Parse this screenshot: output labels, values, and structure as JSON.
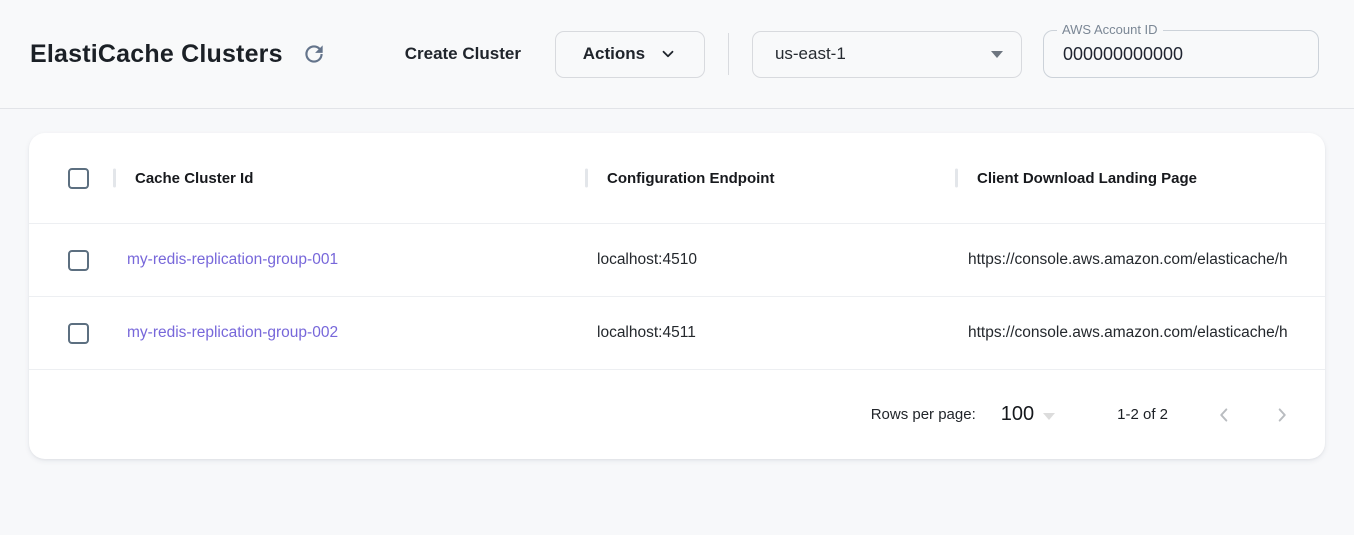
{
  "header": {
    "title": "ElastiCache Clusters",
    "create_cluster_label": "Create Cluster",
    "actions_label": "Actions",
    "region": {
      "selected": "us-east-1"
    },
    "account_field": {
      "label": "AWS Account ID",
      "value": "000000000000"
    }
  },
  "table": {
    "columns": {
      "cache_cluster_id": "Cache Cluster Id",
      "configuration_endpoint": "Configuration Endpoint",
      "client_download_landing_page": "Client Download Landing Page"
    },
    "rows": [
      {
        "cache_cluster_id": "my-redis-replication-group-001",
        "configuration_endpoint": "localhost:4510",
        "client_download_landing_page": "https://console.aws.amazon.com/elasticache/h"
      },
      {
        "cache_cluster_id": "my-redis-replication-group-002",
        "configuration_endpoint": "localhost:4511",
        "client_download_landing_page": "https://console.aws.amazon.com/elasticache/h"
      }
    ]
  },
  "pagination": {
    "rows_per_page_label": "Rows per page:",
    "rows_per_page_value": "100",
    "range_label": "1-2 of 2"
  },
  "colors": {
    "link_purple": "#7767da",
    "page_background": "#f7f8fa",
    "card_background": "#ffffff",
    "checkbox_border": "#5c6f80",
    "icon_gray": "#64748b",
    "disabled_nav_gray": "#b9bcc0"
  }
}
